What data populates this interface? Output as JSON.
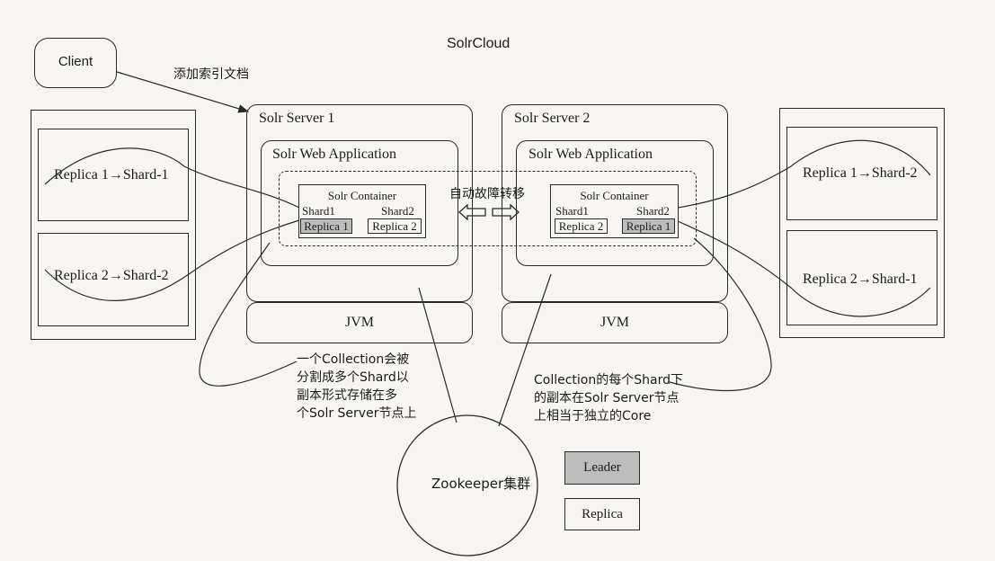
{
  "title": "SolrCloud",
  "client": "Client",
  "client_arrow_label": "添加索引文档",
  "failover_label": "自动故障转移",
  "servers": [
    {
      "name": "Solr Server 1",
      "web_app": "Solr Web Application",
      "container": "Solr Container",
      "shard_left": "Shard1",
      "shard_right": "Shard2",
      "replica_left": "Replica 1",
      "replica_right": "Replica 2",
      "jvm": "JVM"
    },
    {
      "name": "Solr Server 2",
      "web_app": "Solr Web Application",
      "container": "Solr Container",
      "shard_left": "Shard1",
      "shard_right": "Shard2",
      "replica_left": "Replica 2",
      "replica_right": "Replica 1",
      "jvm": "JVM"
    }
  ],
  "left_panel": [
    "Replica 1→Shard-1",
    "Replica 2→Shard-2"
  ],
  "right_panel": [
    "Replica 1→Shard-2",
    "Replica 2→Shard-1"
  ],
  "note_left": [
    "一个Collection会被",
    "分割成多个Shard以",
    "副本形式存储在多",
    "个Solr Server节点上"
  ],
  "note_right": [
    "Collection的每个Shard下",
    "的副本在Solr Server节点",
    "上相当于独立的Core"
  ],
  "zookeeper": "Zookeeper集群",
  "legend": {
    "leader": "Leader",
    "replica": "Replica"
  },
  "colors": {
    "leader_fill": "#bdbdbd",
    "line": "#2a2a2a"
  }
}
